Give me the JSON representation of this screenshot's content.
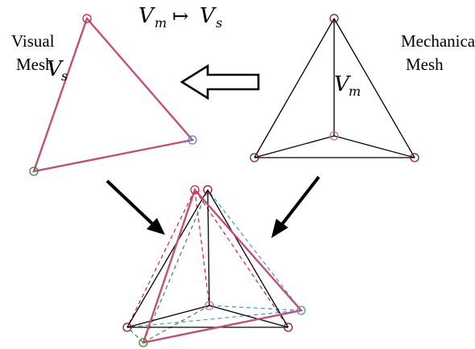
{
  "title": {
    "lhs": "V",
    "lhs_sub": "m",
    "arrow": "↦",
    "rhs": "V",
    "rhs_sub": "s"
  },
  "visual_mesh": {
    "label_line1": "Visual",
    "label_line2": "Mesh",
    "symbol": "V",
    "symbol_sub": "s"
  },
  "mechanical_mesh": {
    "label_line1": "Mechanical",
    "label_line2": "Mesh",
    "symbol": "V",
    "symbol_sub": "m"
  },
  "colors": {
    "surface": "#c0507a",
    "mech_edges": "#000000",
    "vertex_red": "#d42030",
    "vertex_blue": "#4a90c8",
    "vertex_green": "#3a8a30",
    "vertex_mech": "#8a1538",
    "vertex_pink": "#c070a0",
    "dash_red": "#d42030",
    "dash_green": "#3a8a30",
    "dash_blue": "#4a90c8",
    "arrow": "#000000"
  }
}
